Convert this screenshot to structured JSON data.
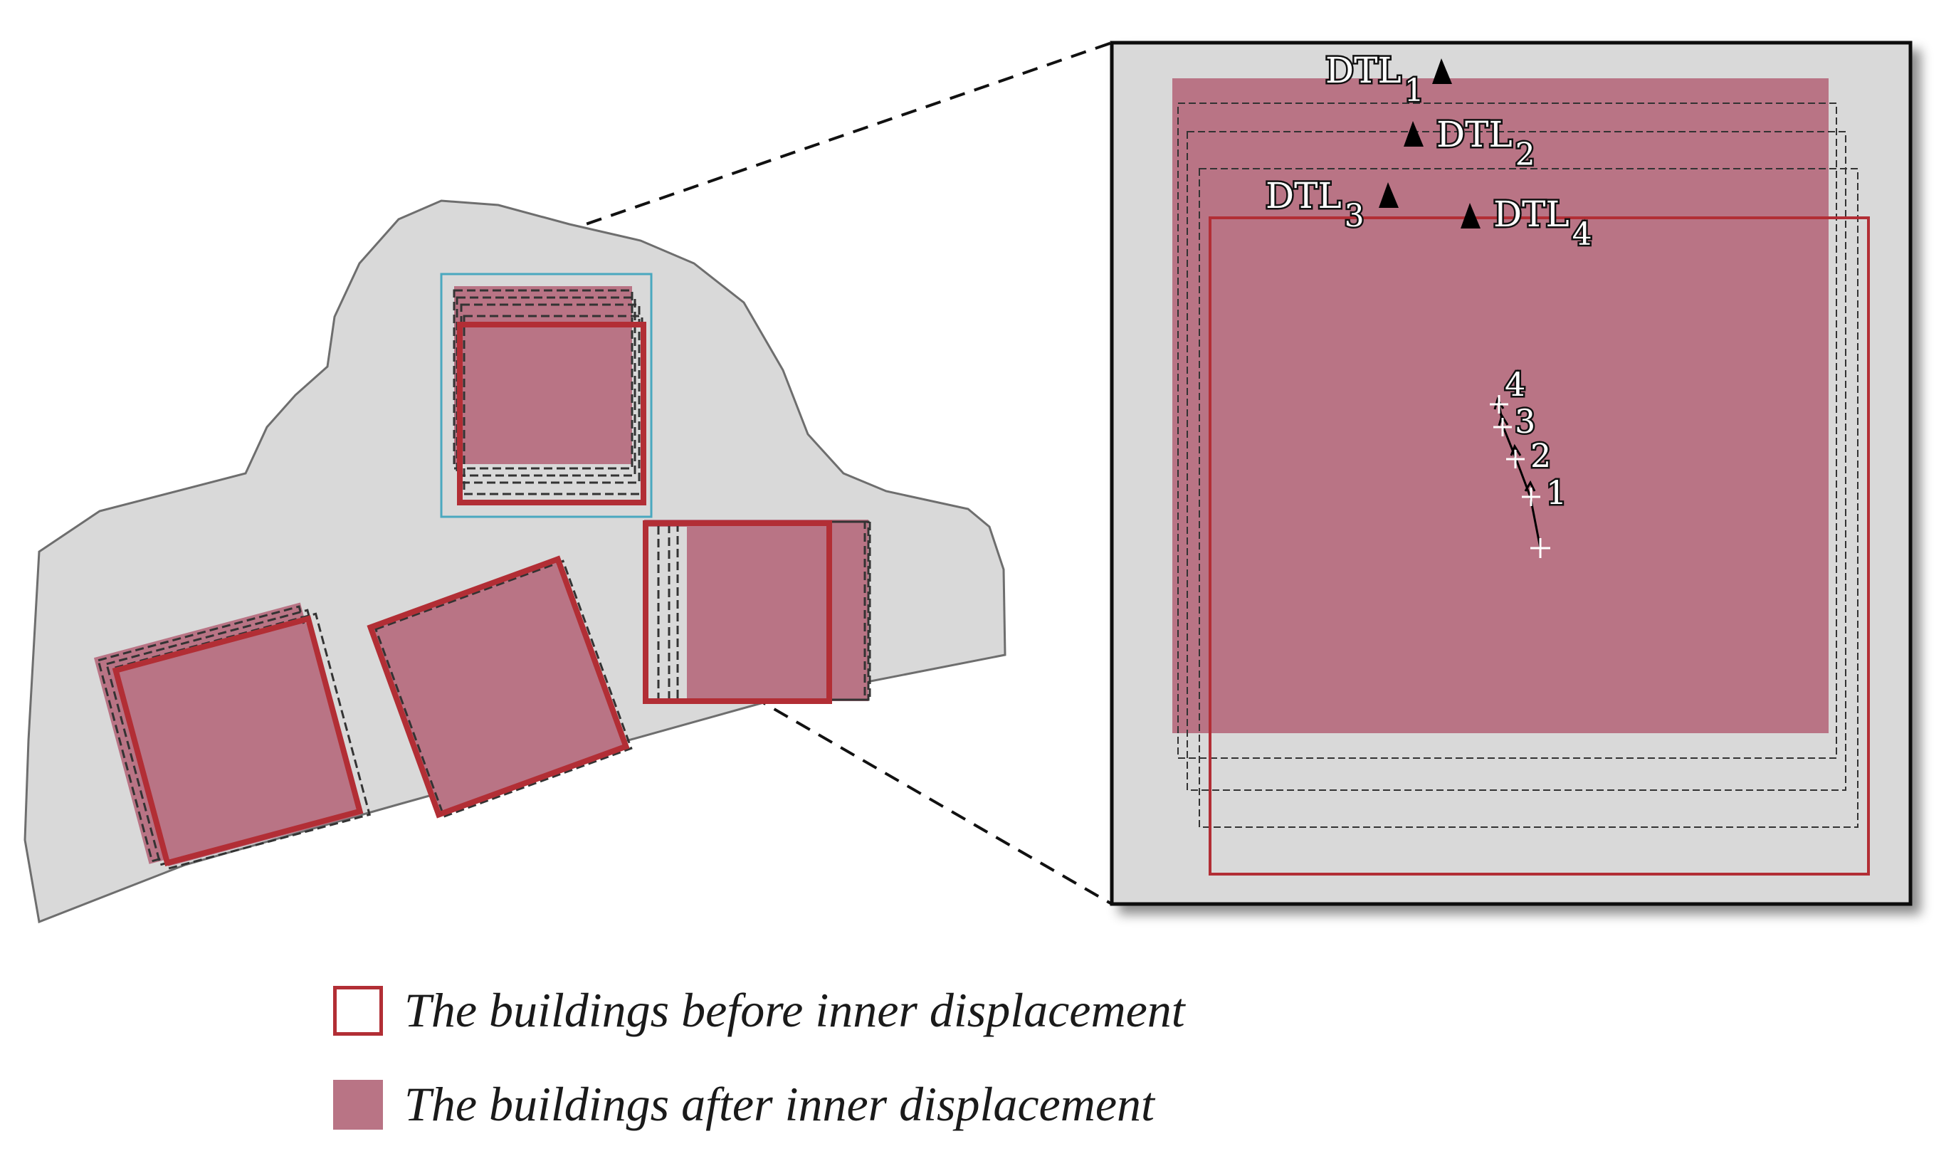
{
  "colors": {
    "background": "#ffffff",
    "region_fill": "#d9d9d9",
    "region_stroke": "#6e6e6e",
    "before_stroke": "#b22e35",
    "after_fill": "#b97485",
    "dashed_stroke": "#333333",
    "selection_box": "#4aa8bf",
    "inset_frame": "#111111"
  },
  "inset": {
    "labels": [
      {
        "base": "DTL",
        "sub": "1"
      },
      {
        "base": "DTL",
        "sub": "2"
      },
      {
        "base": "DTL",
        "sub": "3"
      },
      {
        "base": "DTL",
        "sub": "4"
      }
    ],
    "step_labels": [
      "4",
      "3",
      "2",
      "1"
    ],
    "triangle_icon": "black-triangle-marker",
    "cross_icon": "white-plus-marker"
  },
  "legend": {
    "before_label": "The buildings before inner displacement",
    "after_label": "The buildings after inner displacement"
  }
}
